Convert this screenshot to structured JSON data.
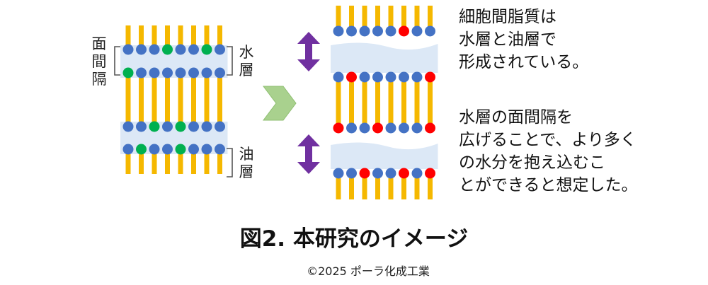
{
  "labels": {
    "interplanar": "面\n間\n隔",
    "water_layer": "水\n層",
    "oil_layer": "油\n層"
  },
  "description_1": "細胞間脂質は\n水層と油層で\n形成されている。",
  "description_2": "水層の面間隔を\n広げることで、より多く\nの水分を抱え込むこ\nとができると想定した。",
  "caption": "図2. 本研究のイメージ",
  "copyright": "©2025 ポーラ化成工業",
  "colors": {
    "tail": "#f5b800",
    "head_blue": "#4472c4",
    "head_green": "#00b050",
    "head_red": "#ff0000",
    "water": "#dce8f6",
    "arrow_purple": "#7030a0",
    "chevron": "#a9d18e"
  },
  "left_rows": [
    [
      "blue",
      "blue",
      "blue",
      "green",
      "blue",
      "blue",
      "green",
      "blue"
    ],
    [
      "green",
      "blue",
      "blue",
      "blue",
      "blue",
      "blue",
      "blue",
      "blue"
    ],
    [
      "blue",
      "blue",
      "green",
      "blue",
      "green",
      "blue",
      "blue",
      "blue"
    ],
    [
      "blue",
      "green",
      "blue",
      "blue",
      "green",
      "blue",
      "blue",
      "blue"
    ]
  ],
  "right_rows": [
    [
      "blue",
      "blue",
      "blue",
      "blue",
      "blue",
      "red",
      "blue",
      "blue"
    ],
    [
      "blue",
      "red",
      "blue",
      "blue",
      "blue",
      "blue",
      "blue",
      "red"
    ],
    [
      "red",
      "blue",
      "blue",
      "red",
      "blue",
      "blue",
      "blue",
      "red"
    ],
    [
      "blue",
      "blue",
      "red",
      "blue",
      "blue",
      "red",
      "blue",
      "red"
    ]
  ]
}
